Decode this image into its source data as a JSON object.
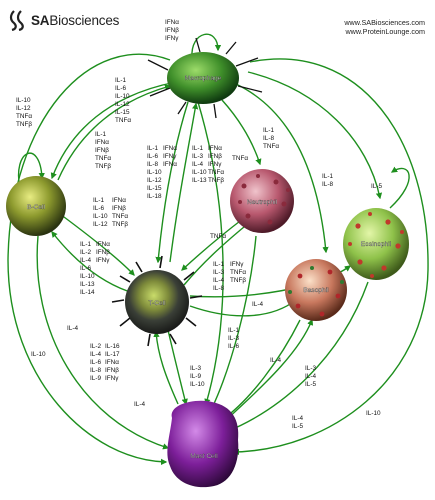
{
  "header": {
    "logo_prefix": "SA",
    "logo_name": "Biosciences",
    "link_1": "www.SABiosciences.com",
    "link_2": "www.ProteinLounge.com"
  },
  "cells": {
    "macrophage": "Macrophage",
    "bcell": "B-Cell",
    "tcell": "T-Cell",
    "neutrophil": "Neutrophil",
    "eosinophil": "Eosinophil",
    "basophil": "Basophil",
    "mastcell": "Mast Cell"
  },
  "labels": [
    [
      "IFNα",
      "IFNβ",
      "IFNγ"
    ],
    [
      "IL-10",
      "IL-12",
      "TNFα",
      "TNFβ"
    ],
    [
      "IL-1",
      "IL-6",
      "IL-10",
      "IL-12",
      "IL-15",
      "TNFα"
    ],
    [
      "IL-1",
      "IFNα",
      "IFNβ",
      "TNFα",
      "TNFβ"
    ],
    [
      "IL-1",
      "IFNα",
      "IL-6",
      "IFNγ",
      "IL-8",
      "IFNα",
      "IL-10",
      "IL-12",
      "IL-15",
      "IL-18"
    ],
    [
      "IL-1",
      "IFNα",
      "IL-3",
      "IFNβ",
      "IL-4",
      "IFNγ",
      "IL-10",
      "TNFα",
      "IL-13",
      "TNFβ"
    ],
    [
      "TNFα"
    ],
    [
      "IL-1",
      "IL-8",
      "TNFα"
    ],
    [
      "IL-1",
      "IL-8"
    ],
    [
      "IL-5"
    ],
    [
      "IL-1",
      "IFNα",
      "IL-6",
      "IFNβ",
      "IL-10",
      "TNFα",
      "IL-12",
      "TNFβ"
    ],
    [
      "IL-1",
      "IFNα",
      "IL-2",
      "IFNβ",
      "IL-4",
      "IFNγ",
      "IL-6",
      "IL-10",
      "IL-13",
      "IL-14"
    ],
    [
      "TNFα"
    ],
    [
      "IL-1",
      "IFNγ",
      "IL-3",
      "TNFα",
      "IL-4",
      "TNFβ",
      "IL-8"
    ],
    [
      "IL-4"
    ],
    [
      "IL-4"
    ],
    [
      "IL-10"
    ],
    [
      "IL-2",
      "IL-16",
      "IL-4",
      "IL-17",
      "IL-6",
      "IFNα",
      "IL-8",
      "IFNβ",
      "IL-9",
      "IFNγ"
    ],
    [
      "IL-1",
      "IL-3",
      "IL-6"
    ],
    [
      "IL-4"
    ],
    [
      "IL-3",
      "IL-4",
      "IL-5"
    ],
    [
      "IL-3",
      "IL-9",
      "IL-10"
    ],
    [
      "IL-4"
    ],
    [
      "IL-4",
      "IL-5"
    ],
    [
      "IL-10"
    ]
  ],
  "colors": {
    "arrow": "#1e8f1e",
    "macrophage": "#3f8f2a",
    "bcell": "#8d9a2e",
    "tcell": "#3a3f37",
    "neutrophil": "#b8586e",
    "eosinophil": "#8fc24a",
    "basophil": "#c8785e",
    "mastcell": "#7d1f9a"
  }
}
